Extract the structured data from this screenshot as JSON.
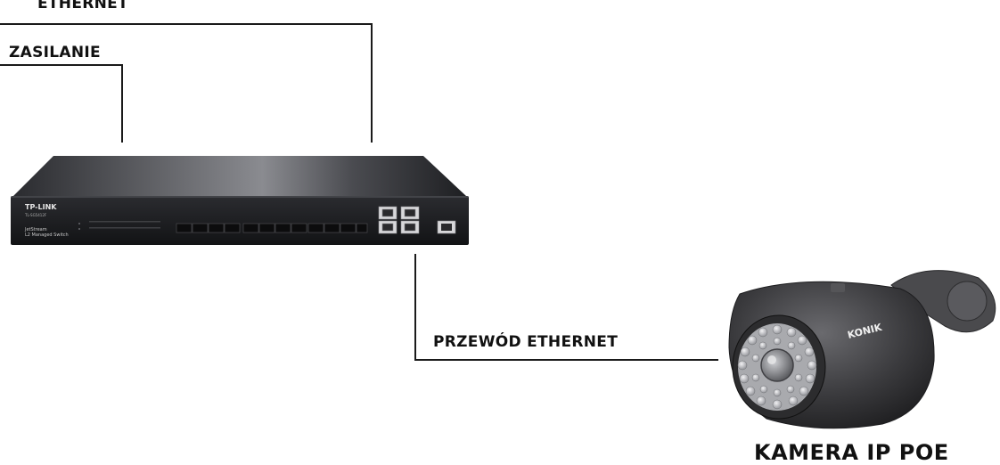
{
  "labels": {
    "ethernet": "ETHERNET",
    "power": "ZASILANIE",
    "ethernet_cable": "PRZEWÓD ETHERNET",
    "camera": "KAMERA IP POE"
  },
  "switch": {
    "brand": "TP-LINK",
    "model": "TL-SG5412F",
    "line_brand": "JetStream",
    "line_desc": "L2 Managed Switch",
    "color": "#1c1d20"
  },
  "camera": {
    "brand": "KONIK",
    "color": "#3a3a3c"
  },
  "line_color": "#1a1a1a"
}
